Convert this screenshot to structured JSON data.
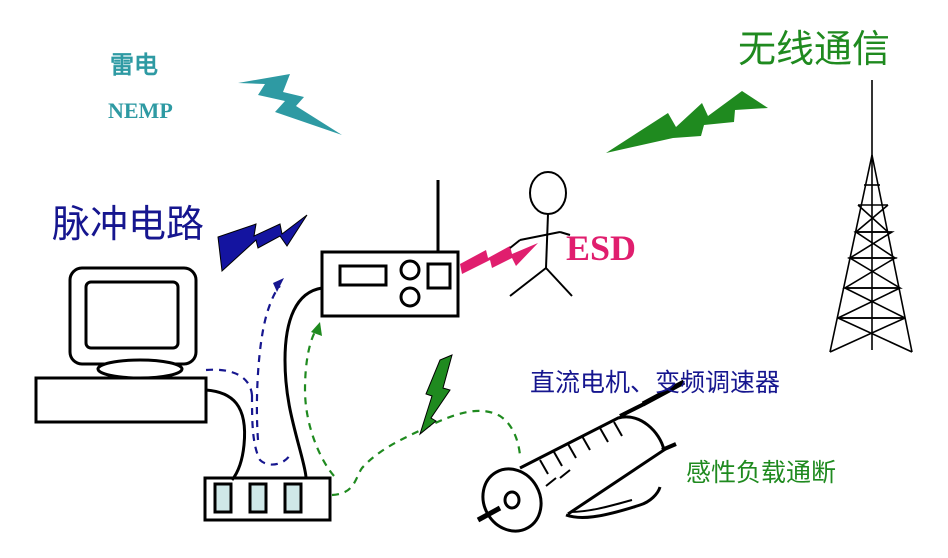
{
  "labels": {
    "lightning": "雷电",
    "nemp": "NEMP",
    "wireless": "无线通信",
    "pulse_circuit": "脉冲电路",
    "esd": "ESD",
    "motor": "直流电机、变频调速器",
    "inductive_load": "感性负载通断"
  },
  "colors": {
    "lightning_bolt": "#2e9aa3",
    "wireless_bolt": "#1f8a1f",
    "pulse_bolt": "#1414a0",
    "esd_bolt": "#e01e6e",
    "inductive_bolt": "#1f8a1f",
    "pulse_path": "#16168f",
    "inductive_path": "#1f8a1f",
    "line": "#000000"
  }
}
